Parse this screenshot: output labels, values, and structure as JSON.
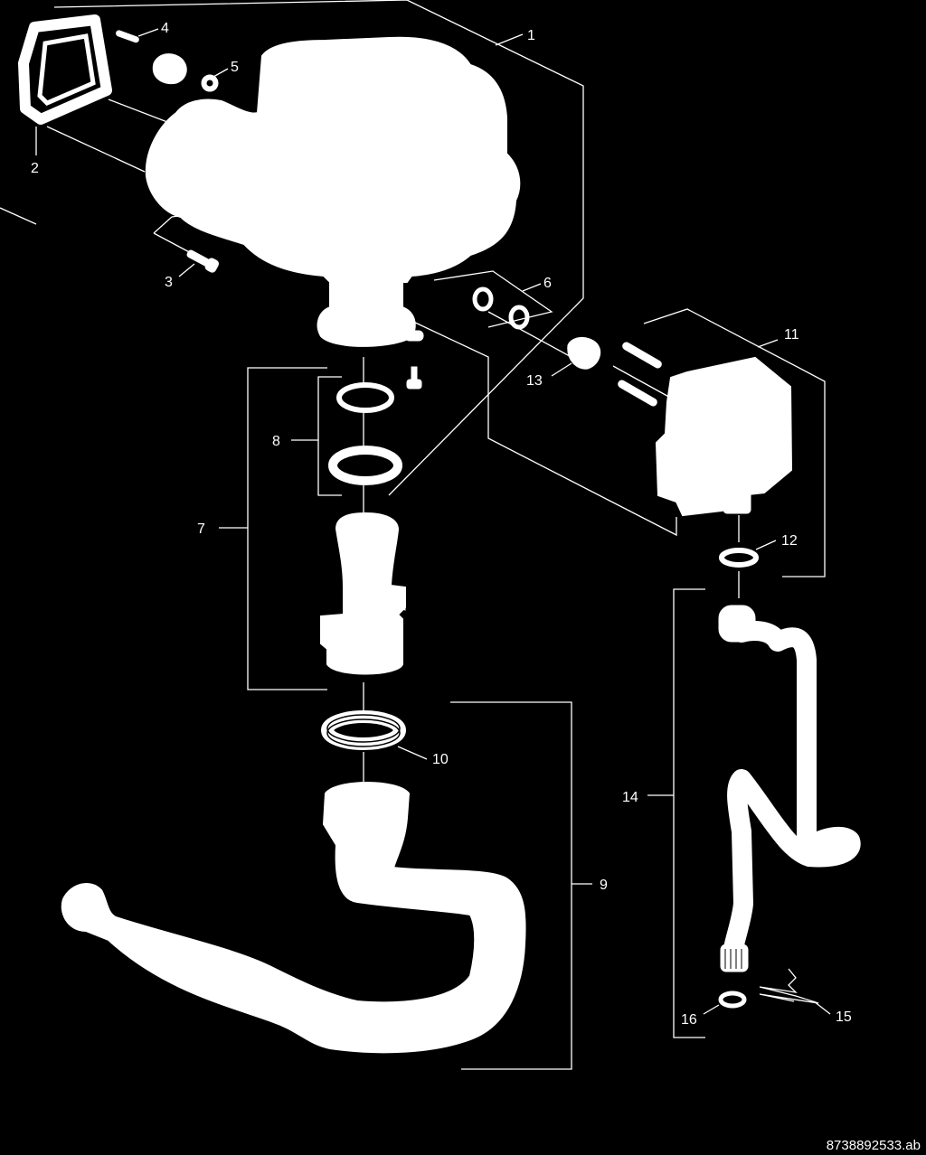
{
  "diagram": {
    "callouts": [
      {
        "id": "c1",
        "text": "1"
      },
      {
        "id": "c2",
        "text": "2"
      },
      {
        "id": "c3",
        "text": "3"
      },
      {
        "id": "c4",
        "text": "4"
      },
      {
        "id": "c5",
        "text": "5"
      },
      {
        "id": "c6",
        "text": "6"
      },
      {
        "id": "c7",
        "text": "7"
      },
      {
        "id": "c8",
        "text": "8"
      },
      {
        "id": "c9",
        "text": "9"
      },
      {
        "id": "c10",
        "text": "10"
      },
      {
        "id": "c11",
        "text": "11"
      },
      {
        "id": "c12",
        "text": "12"
      },
      {
        "id": "c13",
        "text": "13"
      },
      {
        "id": "c14",
        "text": "14"
      },
      {
        "id": "c15",
        "text": "15"
      },
      {
        "id": "c16",
        "text": "16"
      }
    ],
    "document_number": "8738892533.ab"
  },
  "colors": {
    "background": "#000000",
    "foreground": "#ffffff"
  }
}
